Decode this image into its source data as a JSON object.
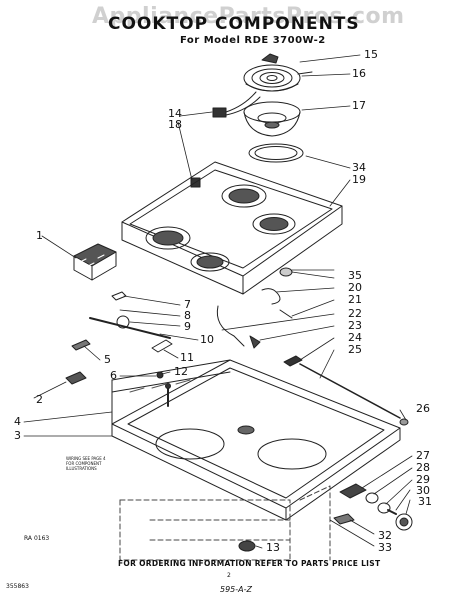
{
  "header": {
    "watermark": "AppliancePartsPros.com",
    "title": "COOKTOP COMPONENTS",
    "model_line": "For Model RDE 3700W-2"
  },
  "callouts": [
    {
      "id": "c1",
      "label": "1"
    },
    {
      "id": "c2",
      "label": "2"
    },
    {
      "id": "c3",
      "label": "3"
    },
    {
      "id": "c4",
      "label": "4"
    },
    {
      "id": "c5",
      "label": "5"
    },
    {
      "id": "c6",
      "label": "6"
    },
    {
      "id": "c7",
      "label": "7"
    },
    {
      "id": "c8",
      "label": "8"
    },
    {
      "id": "c9",
      "label": "9"
    },
    {
      "id": "c10",
      "label": "10"
    },
    {
      "id": "c11",
      "label": "11"
    },
    {
      "id": "c12",
      "label": "12"
    },
    {
      "id": "c13",
      "label": "13"
    },
    {
      "id": "c14",
      "label": "14"
    },
    {
      "id": "c15",
      "label": "15"
    },
    {
      "id": "c16",
      "label": "16"
    },
    {
      "id": "c17",
      "label": "17"
    },
    {
      "id": "c18",
      "label": "18"
    },
    {
      "id": "c19",
      "label": "19"
    },
    {
      "id": "c20",
      "label": "20"
    },
    {
      "id": "c21",
      "label": "21"
    },
    {
      "id": "c22",
      "label": "22"
    },
    {
      "id": "c23",
      "label": "23"
    },
    {
      "id": "c24",
      "label": "24"
    },
    {
      "id": "c25",
      "label": "25"
    },
    {
      "id": "c26",
      "label": "26"
    },
    {
      "id": "c27",
      "label": "27"
    },
    {
      "id": "c28",
      "label": "28"
    },
    {
      "id": "c29",
      "label": "29"
    },
    {
      "id": "c30",
      "label": "30"
    },
    {
      "id": "c31",
      "label": "31"
    },
    {
      "id": "c32",
      "label": "32"
    },
    {
      "id": "c33",
      "label": "33"
    },
    {
      "id": "c34",
      "label": "34"
    },
    {
      "id": "c35",
      "label": "35"
    }
  ],
  "footer": {
    "order_note": "FOR ORDERING INFORMATION REFER TO PARTS PRICE LIST",
    "figure_id": "RA 0163",
    "left_code": "355863",
    "page_mark": "2",
    "doc_number": "595-A-Z",
    "wiring_note": "WIRING SEE PAGE 4 FOR COMPONENT ILLUSTRATIONS"
  }
}
